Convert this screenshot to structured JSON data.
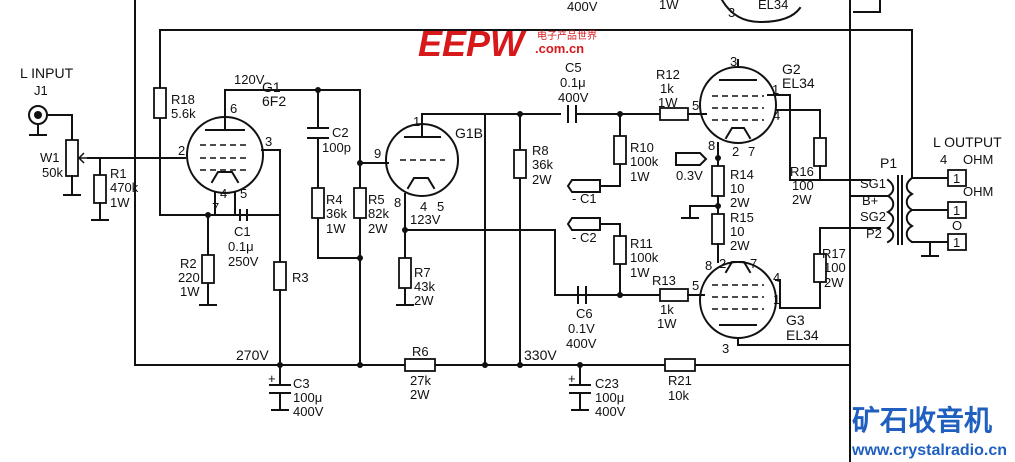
{
  "top": {
    "partial_value": "400V",
    "partial_power": "1W",
    "partial_pin": "3",
    "partial_tube": "EL34"
  },
  "watermark": {
    "brand": "EEPW",
    "domain": ".com.cn",
    "tagline": "电子产品世界",
    "site_cn": "矿石收音机",
    "site_url": "www.crystalradio.cn"
  },
  "input": {
    "label": "L INPUT",
    "jack": "J1",
    "pot": "W1",
    "pot_value": "50k"
  },
  "r1": {
    "name": "R1",
    "value": "470k",
    "power": "1W"
  },
  "r18": {
    "name": "R18",
    "value": "5.6k"
  },
  "r2": {
    "name": "R2",
    "value": "220",
    "power": "1W"
  },
  "c1": {
    "name": "C1",
    "value": "0.1μ",
    "voltage": "250V"
  },
  "r3": {
    "name": "R3"
  },
  "g1": {
    "name": "G1",
    "type": "6F2",
    "pin6": "6",
    "pin2": "2",
    "pin3": "3",
    "pin4": "4",
    "pin5": "5",
    "pin7": "7"
  },
  "node120": "120V",
  "c2": {
    "name": "C2",
    "value": "100p"
  },
  "r4": {
    "name": "R4",
    "value": "36k",
    "power": "1W"
  },
  "r5": {
    "name": "R5",
    "value": "82k",
    "power": "2W"
  },
  "g1b": {
    "name": "G1B",
    "pin1": "1",
    "pin9": "9",
    "pin8": "8",
    "pin4": "4",
    "pin5": "5",
    "cathode_v": "123V"
  },
  "r7": {
    "name": "R7",
    "value": "43k",
    "power": "2W"
  },
  "r8": {
    "name": "R8",
    "value": "36k",
    "power": "2W"
  },
  "c5": {
    "name": "C5",
    "value": "0.1μ",
    "voltage": "400V"
  },
  "r10": {
    "name": "R10",
    "value": "100k",
    "power": "1W"
  },
  "c1_bias": "- C1",
  "c2_bias": "- C2",
  "r11": {
    "name": "R11",
    "value": "100k",
    "power": "1W"
  },
  "c6": {
    "name": "C6",
    "value": "0.1V",
    "voltage": "400V"
  },
  "r12": {
    "name": "R12",
    "value": "1k",
    "power": "1W"
  },
  "r13": {
    "name": "R13",
    "value": "1k",
    "power": "1W"
  },
  "g2": {
    "name": "G2",
    "type": "EL34",
    "pin3": "3",
    "pin5": "5",
    "pin1": "1",
    "pin4": "4",
    "pin8": "8",
    "pin2": "2",
    "pin7": "7"
  },
  "g3": {
    "name": "G3",
    "type": "EL34",
    "pin8": "8",
    "pin2": "2",
    "pin7": "7",
    "pin4": "4",
    "pin5": "5",
    "pin1": "1",
    "pin3": "3"
  },
  "v03": "0.3V",
  "r14": {
    "name": "R14",
    "value": "10",
    "power": "2W"
  },
  "r15": {
    "name": "R15",
    "value": "10",
    "power": "2W"
  },
  "r16": {
    "name": "R16",
    "value": "100",
    "power": "2W"
  },
  "r17": {
    "name": "R17",
    "value": "100",
    "power": "2W"
  },
  "trafo": {
    "name": "P1",
    "sg1": "SG1",
    "bplus": "B+",
    "sg2": "SG2",
    "p2": "P2"
  },
  "output": {
    "label": "L OUTPUT",
    "tap4": "4",
    "ohm4": "OHM",
    "ohm8": "OHM",
    "zero": "O",
    "t1": "1",
    "t2": "1",
    "t3": "1"
  },
  "node270": "270V",
  "node330": "330V",
  "r6": {
    "name": "R6",
    "value": "27k",
    "power": "2W"
  },
  "r21": {
    "name": "R21",
    "value": "10k"
  },
  "c3": {
    "name": "C3",
    "plus": "+",
    "value": "100μ",
    "voltage": "400V"
  },
  "c23": {
    "name": "C23",
    "plus": "+",
    "value": "100μ",
    "voltage": "400V"
  }
}
